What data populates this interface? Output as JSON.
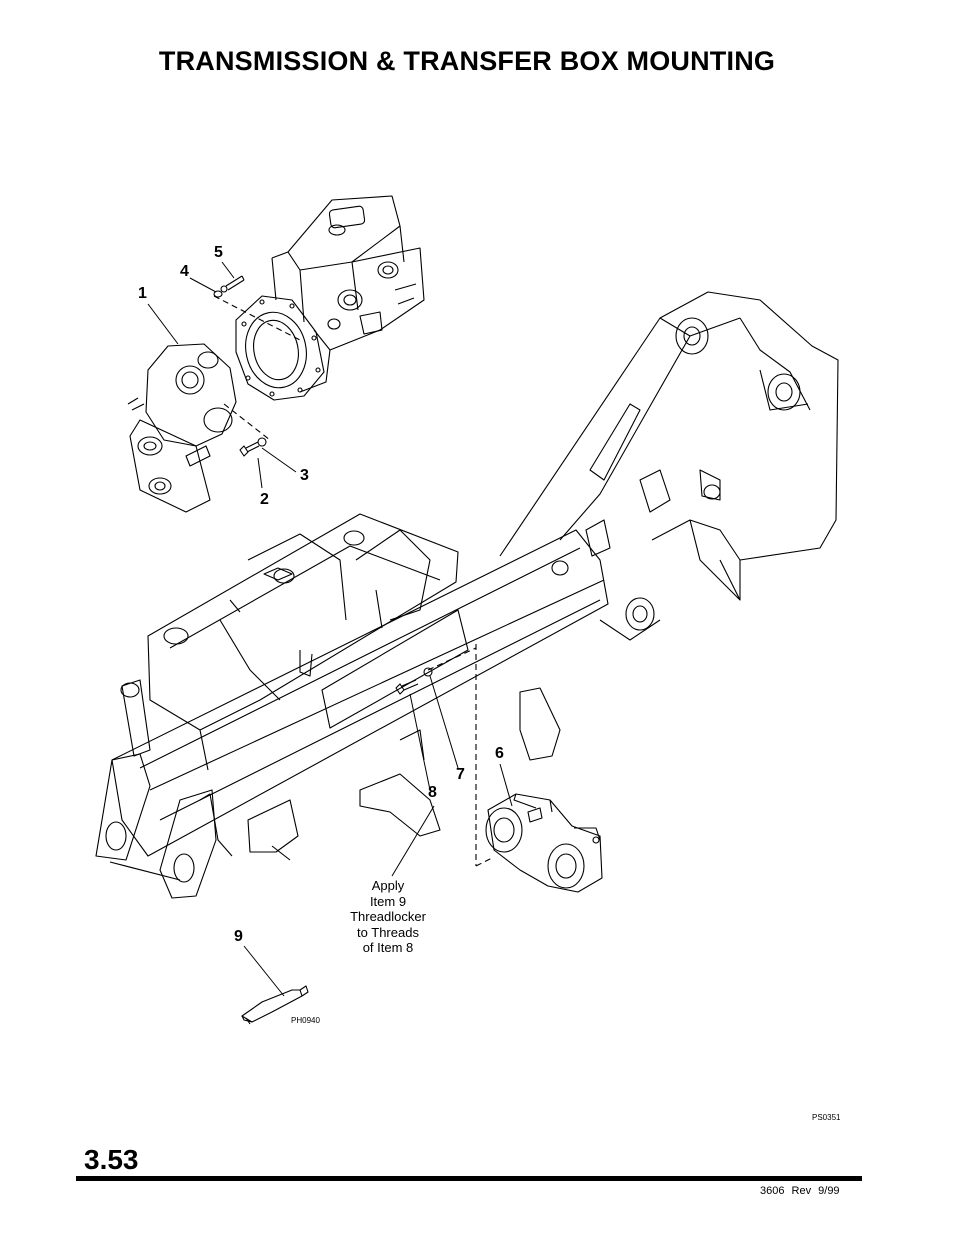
{
  "page": {
    "title": "TRANSMISSION & TRANSFER BOX MOUNTING",
    "page_number": "3.53",
    "footer": "3606 Rev 9/99"
  },
  "diagram": {
    "figure_code": "PS0351",
    "tube_code": "PH0940",
    "callouts": [
      "1",
      "2",
      "3",
      "4",
      "5",
      "6",
      "7",
      "8",
      "9"
    ],
    "note": [
      "Apply",
      "Item 9",
      "Threadlocker",
      "to Threads",
      "of Item 8"
    ]
  },
  "colors": {
    "ink": "#000000",
    "paper": "#ffffff"
  }
}
